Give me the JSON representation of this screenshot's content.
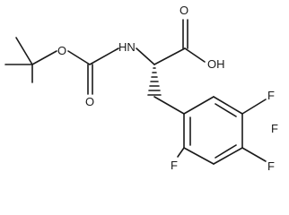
{
  "molecule": {
    "atoms": {
      "carboxyl_oxygen_top": "O",
      "carboxyl_hydroxyl": "OH",
      "amine": "HN",
      "ester_oxygen": "O",
      "carbamate_oxygen": "O",
      "fluorine_top_right": "F",
      "fluorine_right": "F",
      "fluorine_bottom_left": "F",
      "fluorine_bottom_right": "F"
    }
  }
}
